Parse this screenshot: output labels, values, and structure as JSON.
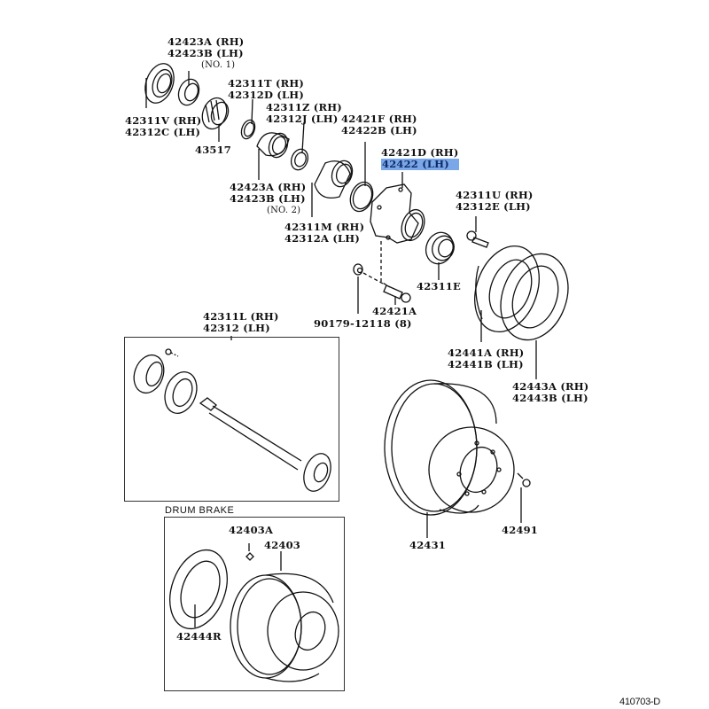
{
  "diagram": {
    "reference_id": "410703-D",
    "section_caption": "DRUM BRAKE",
    "highlight_color": "#7aa7e8",
    "callouts": [
      {
        "id": "c-42423a-no1",
        "lines": [
          "42423A (RH)",
          "42423B (LH)",
          "(NO. 1)"
        ]
      },
      {
        "id": "c-42311v",
        "lines": [
          "42311V (RH)",
          "42312C (LH)"
        ]
      },
      {
        "id": "c-42311t",
        "lines": [
          "42311T (RH)",
          "42312D (LH)"
        ]
      },
      {
        "id": "c-43517",
        "lines": [
          "43517"
        ]
      },
      {
        "id": "c-42311z",
        "lines": [
          "42311Z (RH)",
          "42312J (LH)"
        ]
      },
      {
        "id": "c-42421f",
        "lines": [
          "42421F (RH)",
          "42422B (LH)"
        ]
      },
      {
        "id": "c-42421d",
        "lines": [
          "42421D (RH)",
          "42422 (LH)"
        ],
        "highlighted_line": 1
      },
      {
        "id": "c-42423a-no2",
        "lines": [
          "42423A (RH)",
          "42423B (LH)",
          "(NO. 2)"
        ]
      },
      {
        "id": "c-42311m",
        "lines": [
          "42311M (RH)",
          "42312A (LH)"
        ]
      },
      {
        "id": "c-42311u",
        "lines": [
          "42311U (RH)",
          "42312E (LH)"
        ]
      },
      {
        "id": "c-42311e",
        "lines": [
          "42311E"
        ]
      },
      {
        "id": "c-90179",
        "lines": [
          "90179-12118 (8)"
        ]
      },
      {
        "id": "c-42421a",
        "lines": [
          "42421A"
        ]
      },
      {
        "id": "c-42311l",
        "lines": [
          "42311L (RH)",
          "42312 (LH)"
        ]
      },
      {
        "id": "c-42441a",
        "lines": [
          "42441A (RH)",
          "42441B (LH)"
        ]
      },
      {
        "id": "c-42443a",
        "lines": [
          "42443A (RH)",
          "42443B (LH)"
        ]
      },
      {
        "id": "c-42431",
        "lines": [
          "42431"
        ]
      },
      {
        "id": "c-42491",
        "lines": [
          "42491"
        ]
      },
      {
        "id": "c-42403a",
        "lines": [
          "42403A"
        ]
      },
      {
        "id": "c-42403",
        "lines": [
          "42403"
        ]
      },
      {
        "id": "c-42444r",
        "lines": [
          "42444R"
        ]
      }
    ]
  }
}
